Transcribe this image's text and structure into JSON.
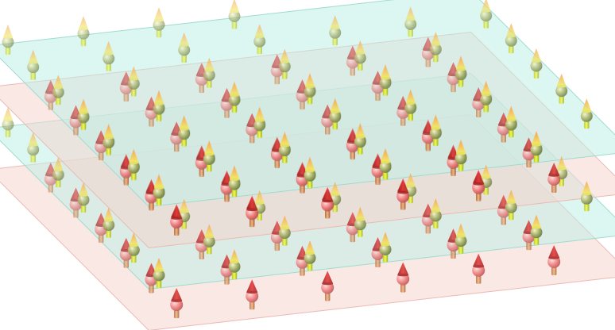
{
  "scene": {
    "layer_order": [
      "pink",
      "cyan",
      "pink",
      "cyan"
    ],
    "colors": {
      "background": "#ffffff",
      "cyan_plane": "#bfeee6",
      "cyan_plane_edge": "#9ddccf",
      "pink_plane": "#f6d5d0",
      "pink_plane_edge": "#ecb9b2",
      "cyan_spin_cone_tip": "#f6a35a",
      "cyan_spin_cone_base": "#f2ee6a",
      "cyan_spin_sphere": "#a8b26a",
      "cyan_spin_body": "#e9f23a",
      "pink_spin_cone": "#c81e1e",
      "pink_spin_sphere": "#f07a7a",
      "pink_spin_body": "#e8b070"
    },
    "icons": {
      "cyan_layer_spin": "spin-up-arrow-icon",
      "pink_layer_spin": "spin-up-arrow-icon"
    }
  }
}
